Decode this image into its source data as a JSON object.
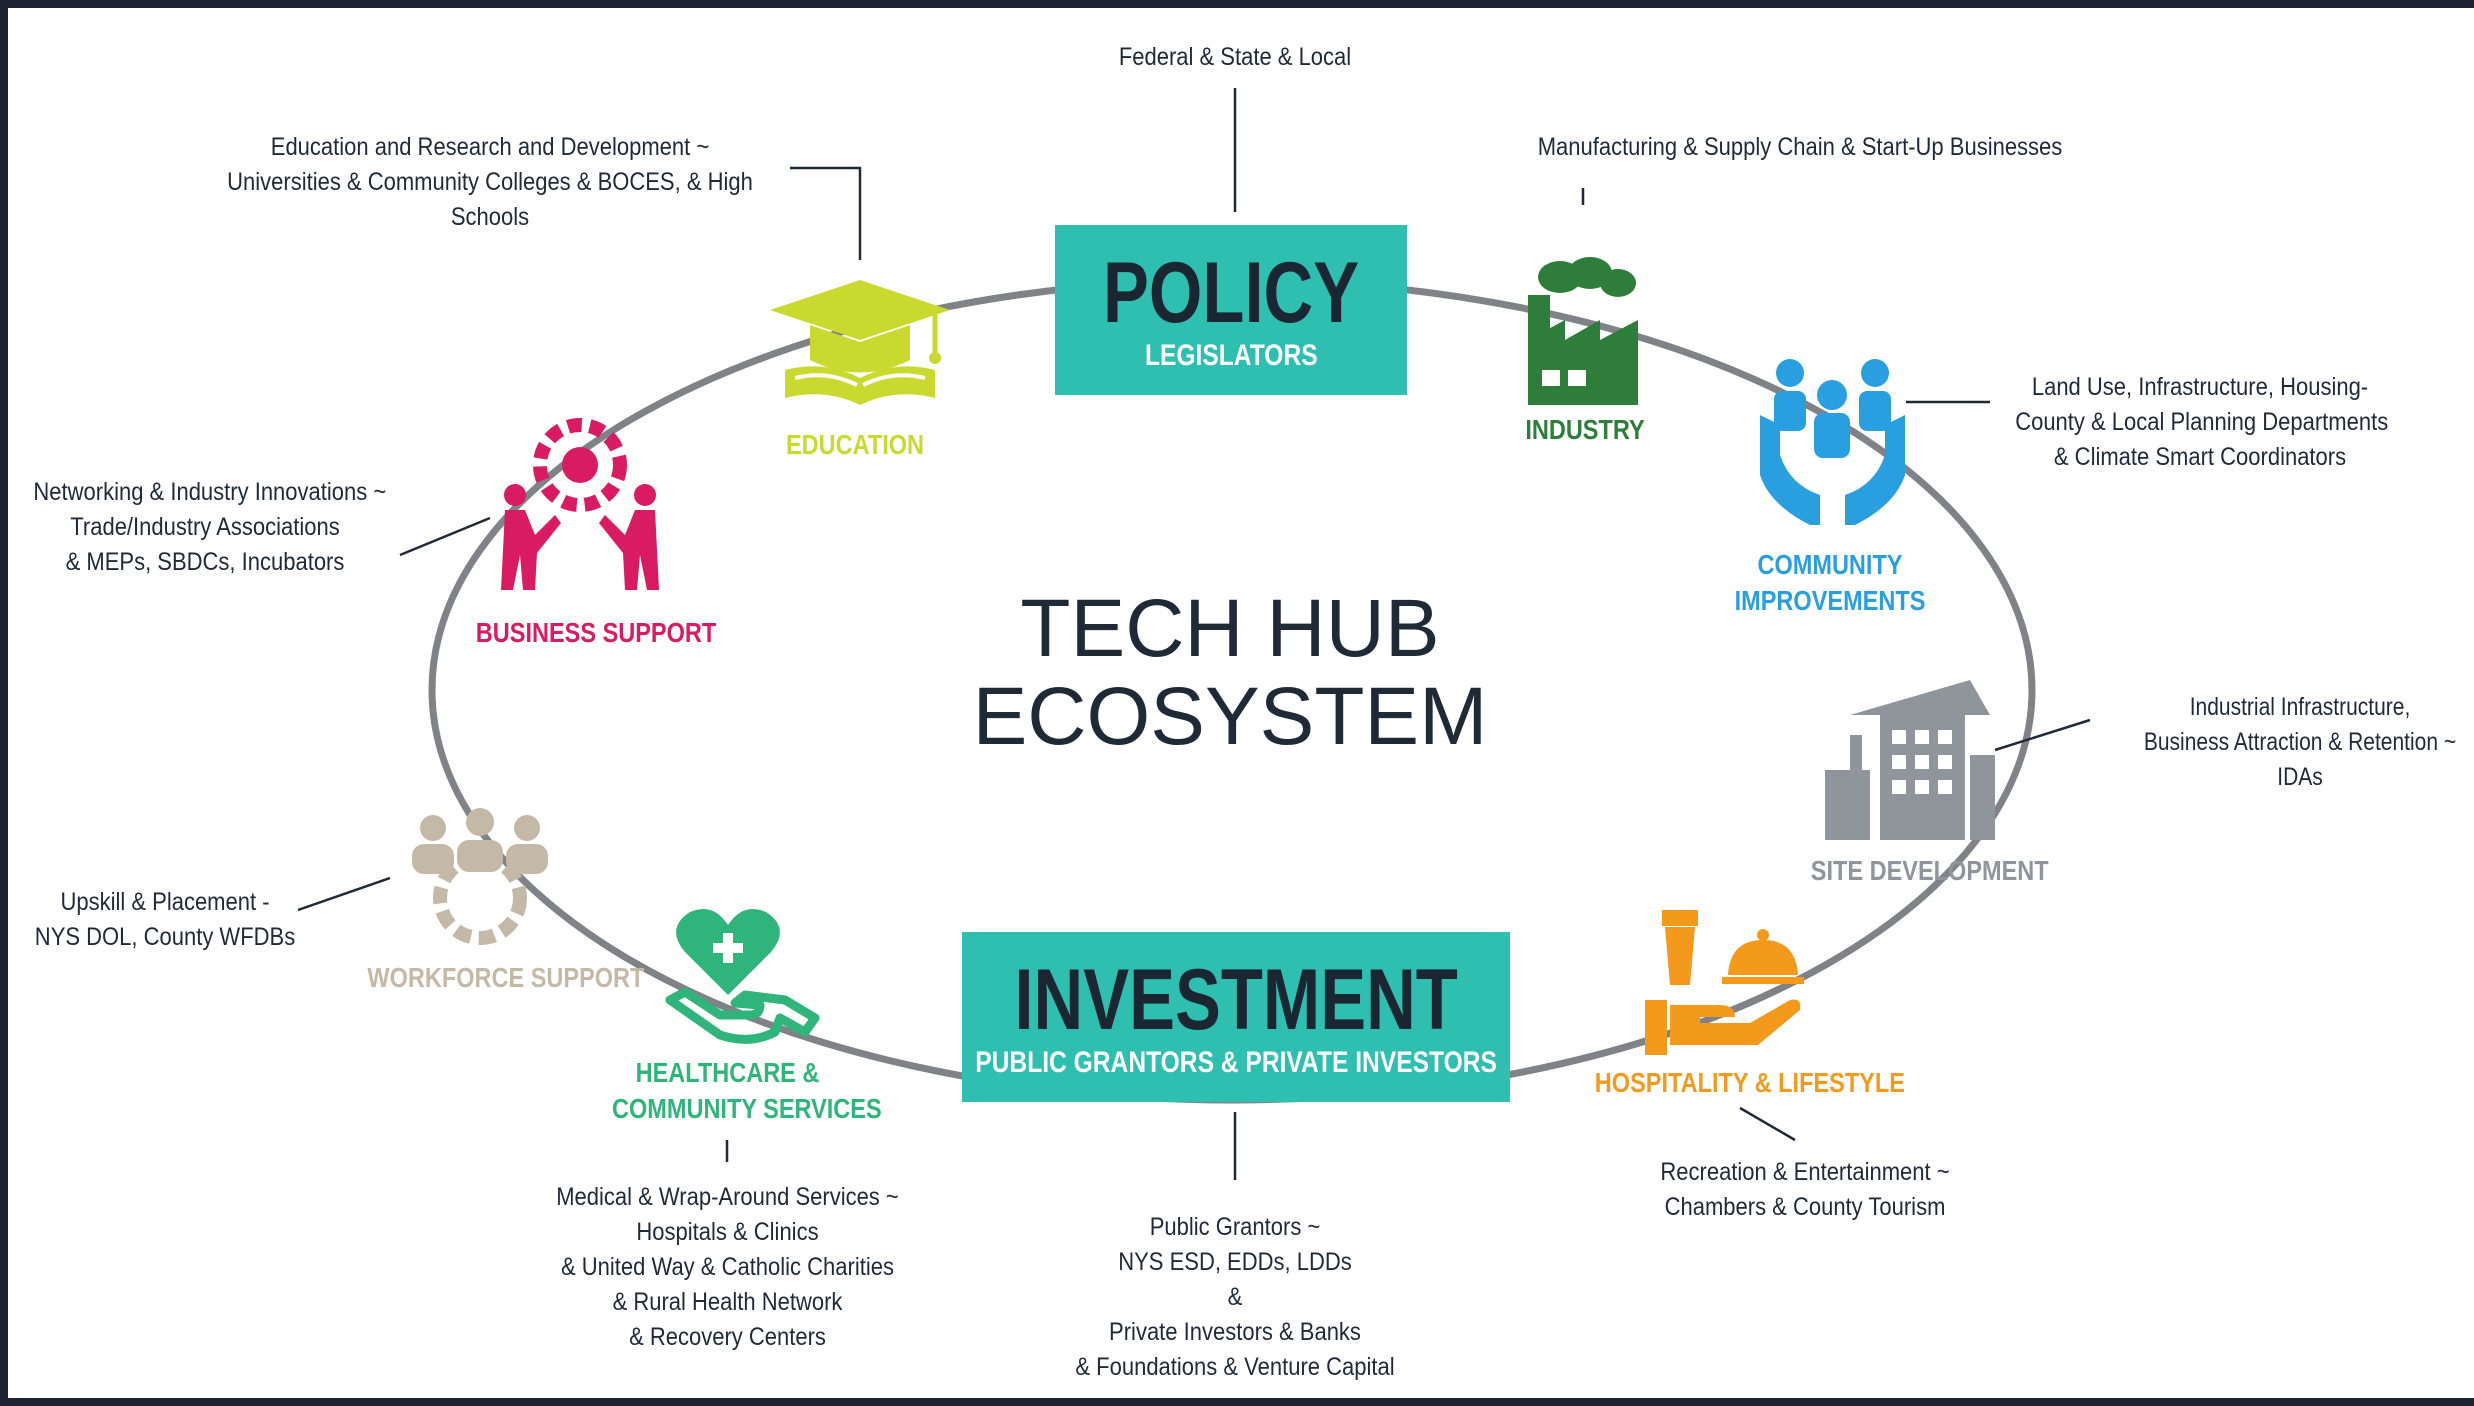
{
  "title": {
    "line1": "TECH HUB",
    "line2": "ECOSYSTEM"
  },
  "hubs": {
    "policy": {
      "title": "POLICY",
      "subtitle": "LEGISLATORS",
      "note": "Federal & State & Local"
    },
    "investment": {
      "title": "INVESTMENT",
      "subtitle": "PUBLIC GRANTORS & PRIVATE INVESTORS",
      "note": [
        "Public Grantors  ~",
        "NYS ESD, EDDs, LDDs",
        "&",
        "Private Investors & Banks",
        "& Foundations & Venture Capital"
      ]
    }
  },
  "nodes": {
    "education": {
      "label": "EDUCATION",
      "color": "#c9d930",
      "note": [
        "Education and Research and Development ~",
        "Universities & Community Colleges & BOCES, & High",
        "Schools"
      ]
    },
    "industry": {
      "label": "INDUSTRY",
      "color": "#2e7d3a",
      "note": [
        "Manufacturing & Supply Chain & Start-Up Businesses"
      ]
    },
    "community": {
      "label": [
        "COMMUNITY",
        "IMPROVEMENTS"
      ],
      "color": "#2a9fe0",
      "note": [
        "Land Use, Infrastructure, Housing-",
        "County & Local  Planning Departments",
        "& Climate Smart Coordinators"
      ]
    },
    "site": {
      "label": "SITE DEVELOPMENT",
      "color": "#8f959b",
      "note": [
        "Industrial Infrastructure,",
        "Business Attraction & Retention ~",
        "IDAs"
      ]
    },
    "hospitality": {
      "label": "HOSPITALITY & LIFESTYLE",
      "color": "#f39a1c",
      "note": [
        "Recreation & Entertainment ~",
        "Chambers & County Tourism"
      ]
    },
    "healthcare": {
      "label": [
        "HEALTHCARE &",
        "COMMUNITY SERVICES"
      ],
      "color": "#2fb57b",
      "note": [
        "Medical & Wrap-Around Services ~",
        "Hospitals & Clinics",
        "& United Way & Catholic Charities",
        "& Rural Health Network",
        "& Recovery Centers"
      ]
    },
    "workforce": {
      "label": "WORKFORCE SUPPORT",
      "color": "#c3b9a6",
      "note": [
        "Upskill & Placement -",
        "NYS DOL, County WFDBs"
      ]
    },
    "business": {
      "label": "BUSINESS SUPPORT",
      "color": "#d81b63",
      "note": [
        "Networking & Industry Innovations ~",
        "Trade/Industry Associations",
        "& MEPs, SBDCs, Incubators"
      ]
    }
  },
  "colors": {
    "hub_box": "#2ebfb0",
    "ring": "#7f8287",
    "frame": "#1d2330"
  }
}
